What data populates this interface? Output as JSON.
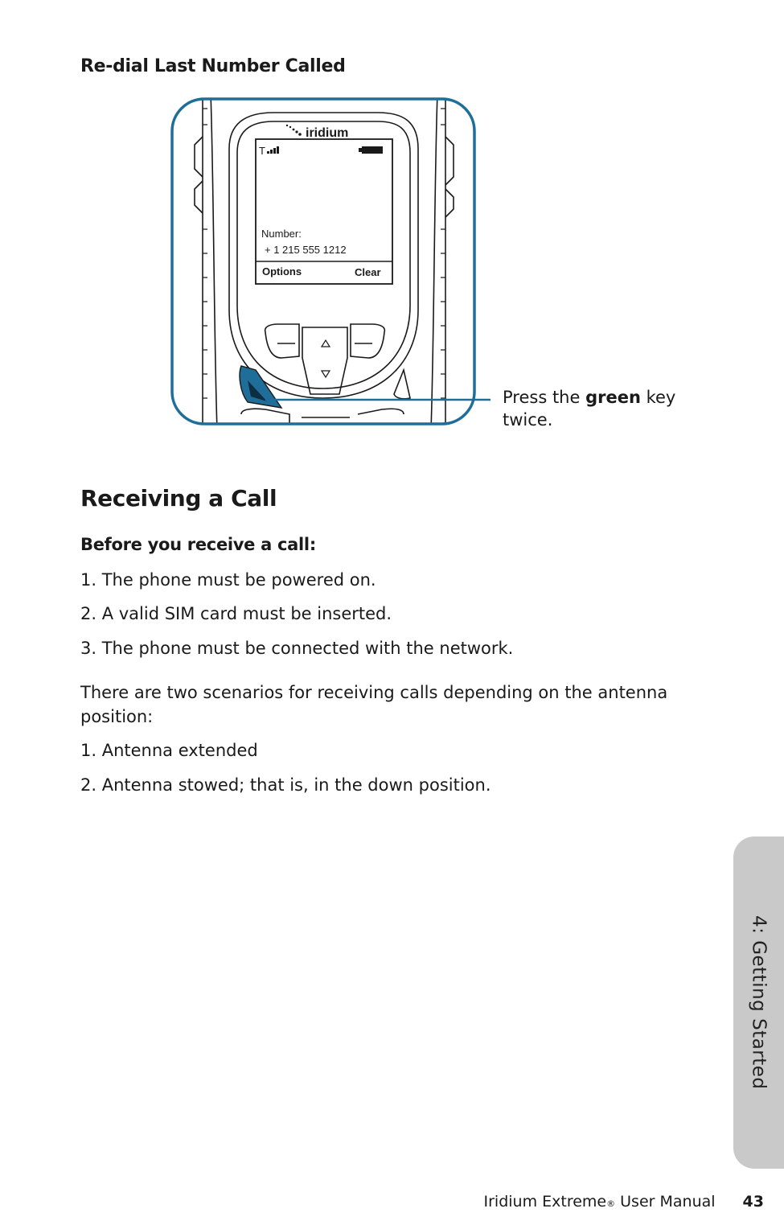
{
  "sections": {
    "redial": {
      "title": "Re-dial Last Number Called",
      "callout_prefix": "Press the ",
      "callout_bold": "green",
      "callout_suffix": " key twice."
    },
    "phone_screen": {
      "brand": "iridium",
      "number_label": "Number:",
      "number_value": "+ 1 215 555 1212",
      "softkey_left": "Options",
      "softkey_right": "Clear"
    },
    "receiving": {
      "title": "Receiving a Call",
      "subtitle": "Before you receive a call:",
      "steps": [
        "1. The phone must be powered on.",
        "2. A valid SIM card must be inserted.",
        "3. The phone must be connected with the network."
      ],
      "paragraph": "There are two scenarios for receiving calls depending on the antenna position:",
      "scenarios": [
        "1. Antenna extended",
        "2. Antenna stowed; that is, in the down position."
      ]
    }
  },
  "side_tab": {
    "label": "4: Getting Started"
  },
  "footer": {
    "manual_name": "Iridium Extreme",
    "reg_mark": "®",
    "manual_suffix": " User Manual",
    "page_number": "43"
  },
  "colors": {
    "accent_blue": "#1f6e9a",
    "tab_gray": "#c9c9c9"
  }
}
